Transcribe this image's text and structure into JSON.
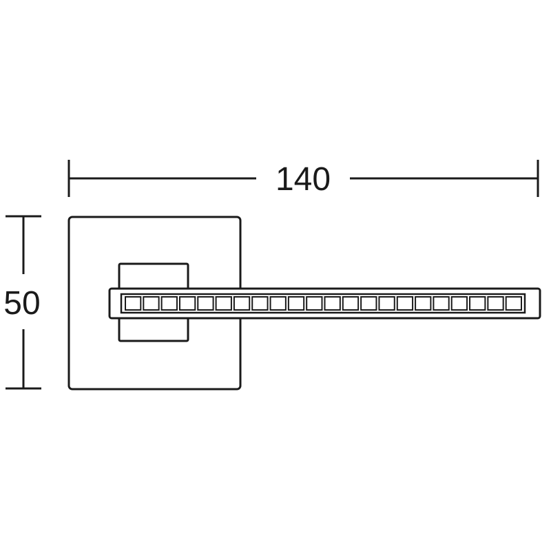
{
  "dimensions": {
    "width_label": "140",
    "height_label": "50"
  },
  "drawing": {
    "stroke_color": "#1a1a1a",
    "background": "#ffffff",
    "lever_cell_count": 22
  }
}
